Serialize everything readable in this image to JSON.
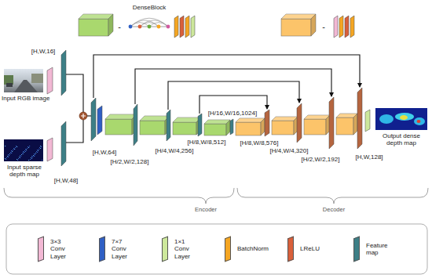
{
  "diagram": {
    "labels": [
      "-",
      "DenseBlock",
      "-",
      "[H,W,16]",
      "Input RGB image",
      "Input sparse depth map",
      "[H,W,48]",
      "[H,W,64]",
      "[H/2,W/2,128]",
      "[H/4,W/4,256]",
      "[H/8,W/8,512]",
      "[H/16,W/16,1024]",
      "[H/8,W/8,576]",
      "[H/4,W/4,320]",
      "[H/2,W/2,192]",
      "[H,W,128]",
      "Output dense depth map",
      "Encoder",
      "Decoder"
    ],
    "legend": [
      {
        "text": "3×3 Conv Layer",
        "color": "#f2b8d4"
      },
      {
        "text": "7×7 Conv Layer",
        "color": "#2f5fc4"
      },
      {
        "text": "1×1 Conv Layer",
        "color": "#cde89c"
      },
      {
        "text": "BatchNorm",
        "color": "#f5a623"
      },
      {
        "text": "LReLU",
        "color": "#d9603b"
      },
      {
        "text": "Feature map",
        "color": "#3d7f86"
      }
    ]
  }
}
